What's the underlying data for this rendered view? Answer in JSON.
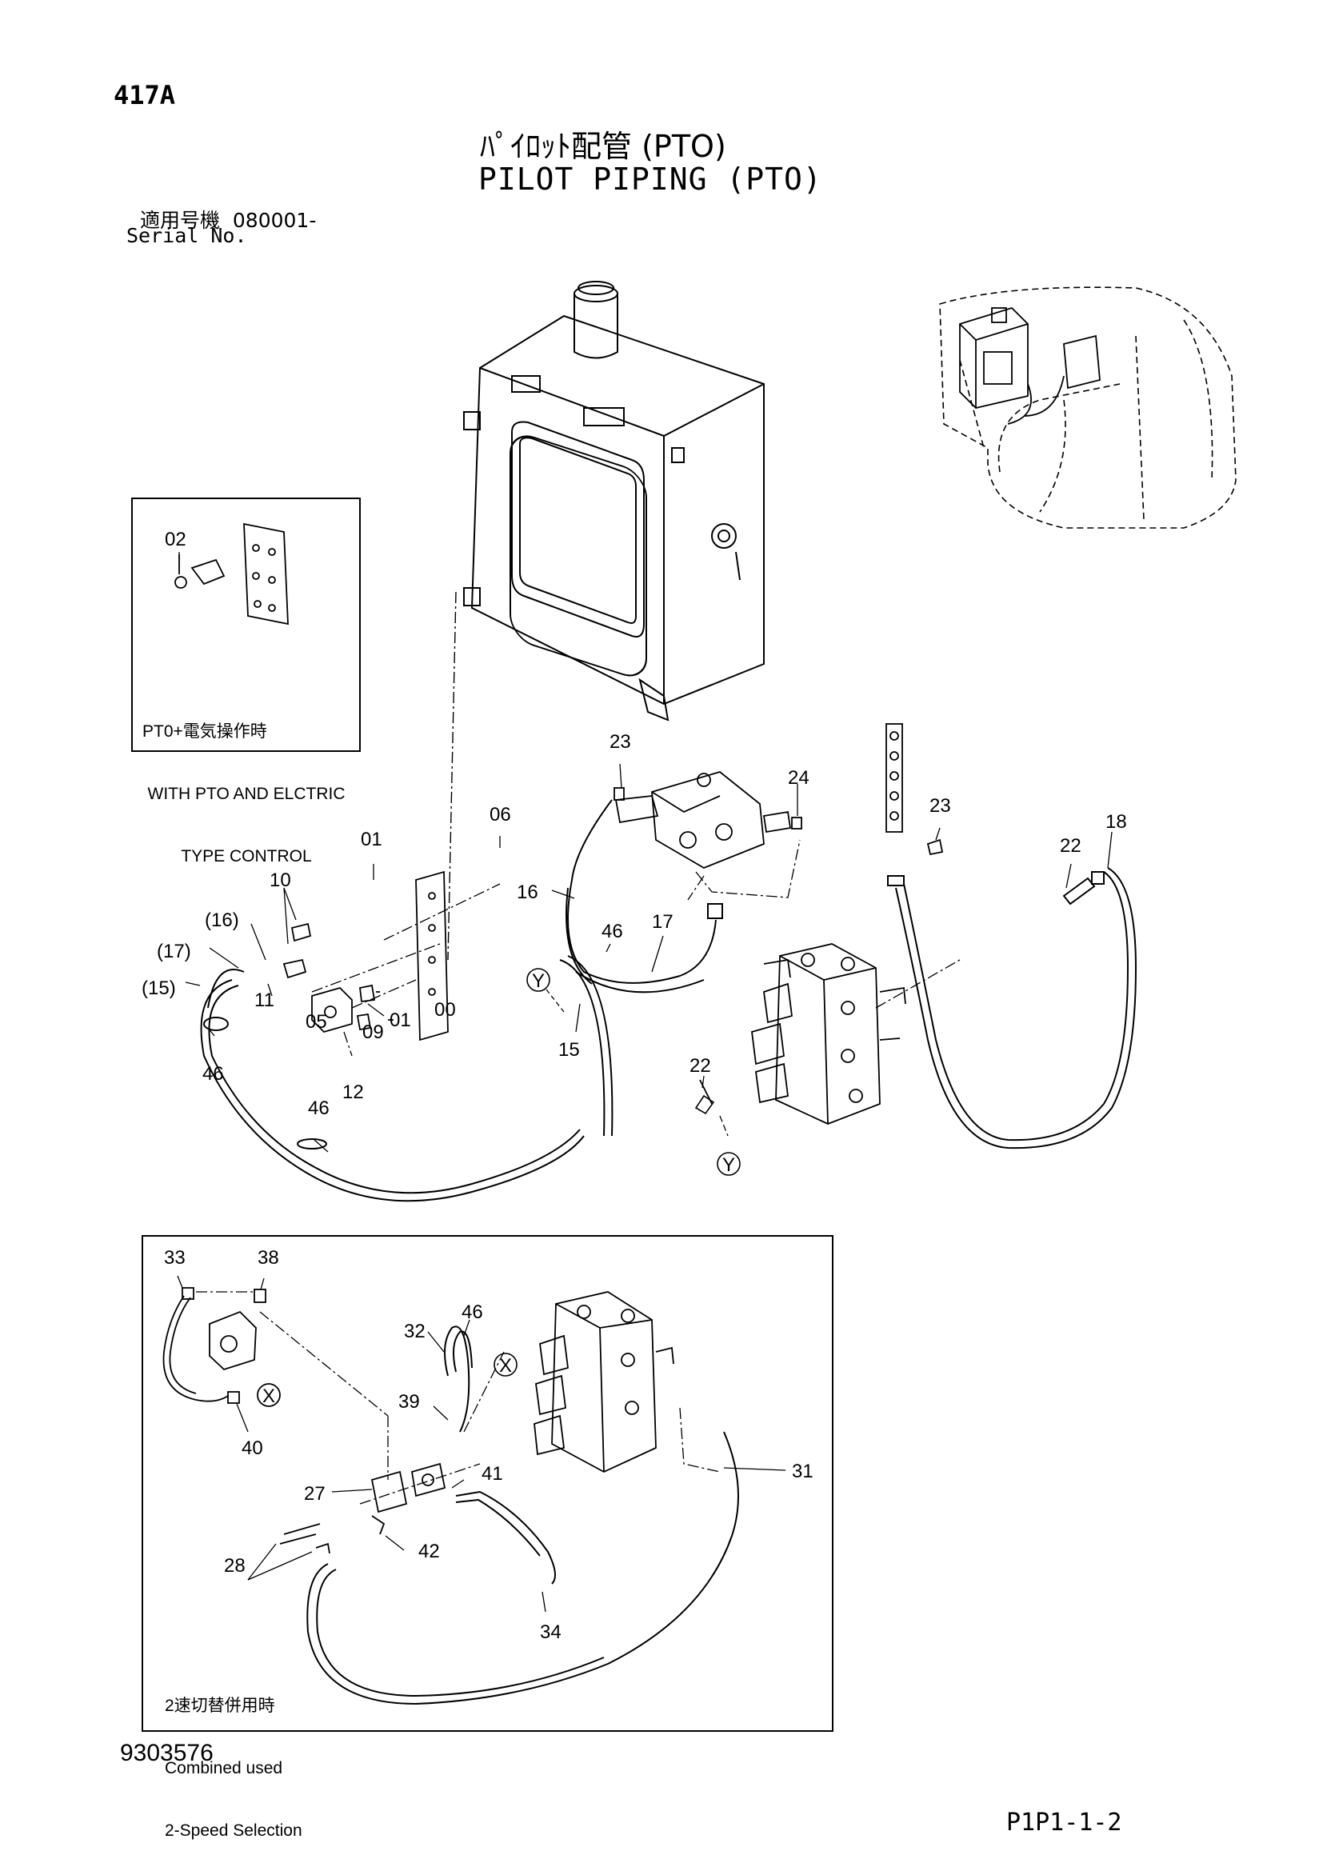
{
  "page_code": "417A",
  "title_jp": "ﾊﾟｲﾛｯﾄ配管 (PTO)",
  "title_en": "PILOT PIPING (PTO)",
  "serial_jp": "適用号機  080001-",
  "serial_en": "Serial No.",
  "box_pto_electric": {
    "lines": [
      "PT0+電気操作時",
      "WITH PTO AND ELCTRIC",
      "TYPE CONTROL"
    ]
  },
  "box_two_speed": {
    "lines": [
      "2速切替併用時",
      "Combined used",
      "2-Speed Selection"
    ]
  },
  "callouts": {
    "c02": "02",
    "c01a": "01",
    "c06": "06",
    "c10": "10",
    "c16p": "(16)",
    "c17p": "(17)",
    "c15p": "(15)",
    "c11": "11",
    "c05": "05",
    "c09": "09",
    "c01b": "01",
    "c00": "00",
    "c12": "12",
    "c46a": "46",
    "c46b": "46",
    "c23a": "23",
    "c24": "24",
    "c16": "16",
    "c46c": "46",
    "c17": "17",
    "cY1": "Y",
    "c15": "15",
    "c22a": "22",
    "cY2": "Y",
    "c23b": "23",
    "c22b": "22",
    "c18": "18",
    "c33": "33",
    "c38": "38",
    "cX1": "X",
    "c40": "40",
    "c32": "32",
    "c46d": "46",
    "cX2": "X",
    "c39": "39",
    "c27": "27",
    "c41": "41",
    "c28": "28",
    "c42": "42",
    "c34": "34",
    "c31": "31"
  },
  "footer_left": "9303576",
  "footer_right": "P1P1-1-2",
  "colors": {
    "ink": "#000000",
    "paper": "#ffffff"
  }
}
